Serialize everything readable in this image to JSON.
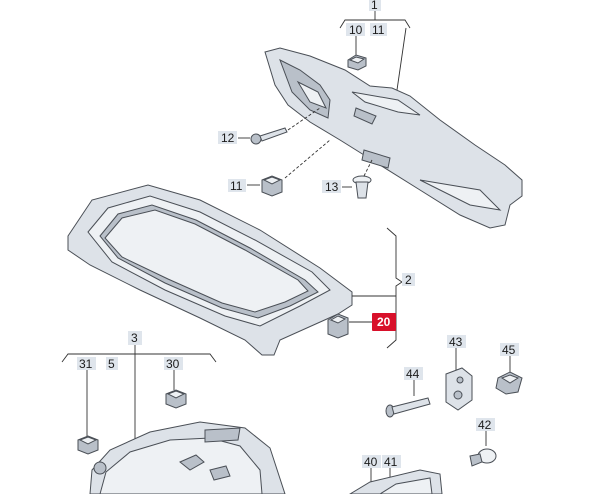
{
  "callouts": {
    "c1": "1",
    "c10": "10",
    "c11a": "11",
    "c12": "12",
    "c11b": "11",
    "c13": "13",
    "c2": "2",
    "c20": "20",
    "c3": "3",
    "c31": "31",
    "c5": "5",
    "c30": "30",
    "c43": "43",
    "c45": "45",
    "c44": "44",
    "c42": "42",
    "c40": "40",
    "c41": "41"
  },
  "colors": {
    "highlight": "#d8102a",
    "label_bg": "#dfe5ec",
    "part_fill": "#dde2e8",
    "outline": "#4a4f56"
  }
}
